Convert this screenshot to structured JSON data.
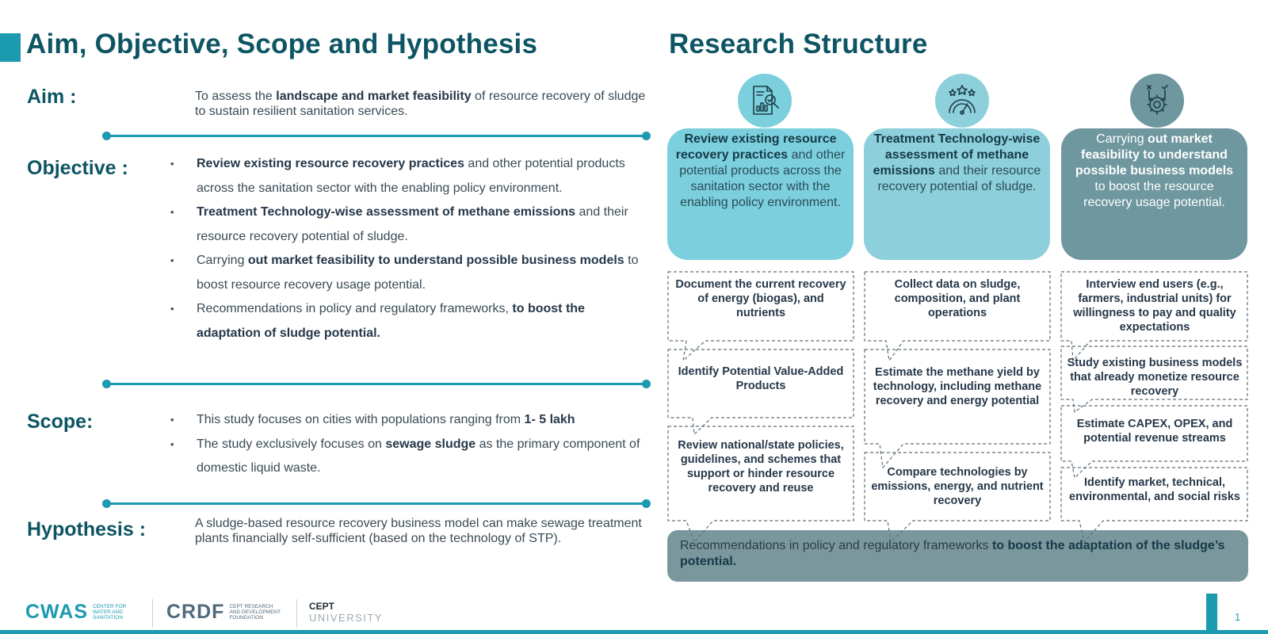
{
  "left": {
    "title": "Aim, Objective, Scope and Hypothesis",
    "aim": {
      "label": "Aim :",
      "text": [
        {
          "t": "To assess the "
        },
        {
          "t": "landscape and market feasibility",
          "b": true
        },
        {
          "t": " of resource recovery of sludge to sustain resilient sanitation services."
        }
      ]
    },
    "objective": {
      "label": "Objective :",
      "bullets": [
        [
          {
            "t": "Review existing resource recovery practices",
            "b": true
          },
          {
            "t": " and other potential products across the sanitation sector with the enabling policy environment."
          }
        ],
        [
          {
            "t": "Treatment Technology-wise assessment of methane emissions",
            "b": true
          },
          {
            "t": " and their resource recovery potential of sludge."
          }
        ],
        [
          {
            "t": "Carrying "
          },
          {
            "t": "out market feasibility to understand possible business models",
            "b": true
          },
          {
            "t": " to boost resource recovery usage potential."
          }
        ],
        [
          {
            "t": "Recommendations in policy and regulatory frameworks, "
          },
          {
            "t": "to boost the adaptation of sludge potential.",
            "b": true
          }
        ]
      ]
    },
    "scope": {
      "label": "Scope:",
      "bullets": [
        [
          {
            "t": "This study focuses on cities with populations ranging from "
          },
          {
            "t": "1- 5 lakh",
            "b": true
          }
        ],
        [
          {
            "t": "The study exclusively focuses on "
          },
          {
            "t": "sewage sludge",
            "b": true
          },
          {
            "t": " as the primary component of domestic liquid waste."
          }
        ]
      ]
    },
    "hypothesis": {
      "label": "Hypothesis :",
      "text": [
        {
          "t": "A sludge-based resource recovery business model can make sewage treatment plants financially self-sufficient (based on the technology of STP)."
        }
      ]
    }
  },
  "right": {
    "title": "Research Structure",
    "columns": [
      {
        "icon": "report-analysis-icon",
        "box": [
          {
            "t": "Review existing resource recovery practices",
            "b": true
          },
          {
            "t": " and other potential products across the sanitation sector with the enabling policy environment."
          }
        ],
        "steps": [
          "Document the current recovery of energy (biogas), and nutrients",
          "Identify Potential Value-Added Products",
          "Review national/state policies, guidelines, and schemes that support or hinder resource recovery and reuse"
        ]
      },
      {
        "icon": "gauge-stars-icon",
        "box": [
          {
            "t": "Treatment Technology-wise assessment of methane emissions",
            "b": true
          },
          {
            "t": " and their resource recovery potential of sludge."
          }
        ],
        "steps": [
          "Collect data on sludge, composition, and plant operations",
          "Estimate the methane yield by technology, including methane recovery and energy potential",
          "Compare technologies by emissions, energy, and nutrient recovery"
        ]
      },
      {
        "icon": "gear-balance-icon",
        "box": [
          {
            "t": "Carrying "
          },
          {
            "t": "out market feasibility to understand possible business models",
            "b": true
          },
          {
            "t": " to boost the resource recovery usage potential."
          }
        ],
        "steps": [
          "Interview end users (e.g., farmers, industrial units) for willingness to pay and quality expectations",
          "Study existing business models that already monetize resource recovery",
          "Estimate CAPEX, OPEX, and potential revenue streams",
          "Identify market, technical, environmental, and social risks"
        ]
      }
    ],
    "recommendation": [
      {
        "t": "Recommendations in policy and regulatory frameworks "
      },
      {
        "t": "to boost the adaptation of the sludge’s potential.",
        "b": true
      }
    ]
  },
  "footer": {
    "page_number": "1",
    "logos": {
      "cwas": {
        "main": "CWAS",
        "sub": "Center for Water and Sanitation"
      },
      "crdf": {
        "main": "CRDF",
        "sub": "CEPT Research and Development Foundation"
      },
      "cept": {
        "top": "CEPT",
        "bottom": "UNIVERSITY"
      }
    }
  },
  "colors": {
    "accent": "#1b9ab0",
    "title": "#0d5563",
    "box_light": "#7ccfdc",
    "box_mid": "#8dcfda",
    "box_dark": "#6f979f",
    "rec_bar": "#7b979e"
  }
}
